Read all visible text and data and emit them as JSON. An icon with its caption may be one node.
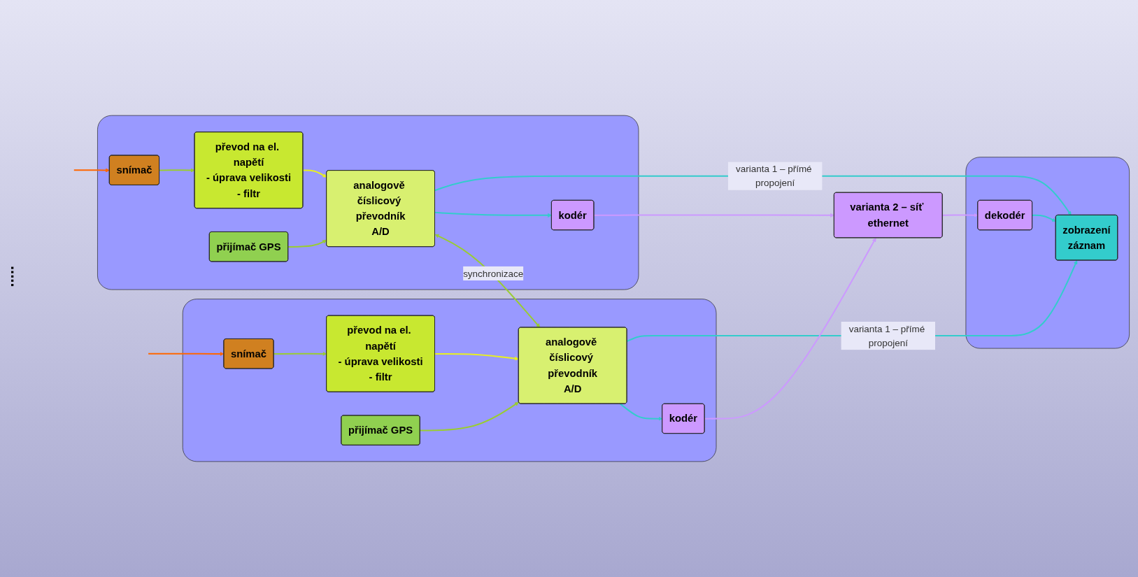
{
  "diagram": {
    "nodes": [
      {
        "text": [],
        "shape": "box"
      },
      {
        "text": [
          "snímač"
        ],
        "in": 0
      },
      {
        "text": [
          "převod na el. napětí",
          "- úprava velikosti",
          "- filtr"
        ],
        "in": 0
      },
      {
        "text": [
          "analogově číslicový převodník",
          "A/D"
        ],
        "in": 0
      },
      {
        "text": [
          "kodér"
        ],
        "in": 0
      },
      {
        "text": [
          "přijímač GPS"
        ],
        "in": 0
      },
      {
        "text": [],
        "shape": "box"
      },
      {
        "text": [
          "snímač"
        ],
        "in": 6
      },
      {
        "text": [
          "převod na el. napětí",
          "- úprava velikosti",
          "- filtr"
        ],
        "in": 6
      },
      {
        "text": [
          "analogově číslicový převodník",
          "A/D"
        ],
        "in": 6
      },
      {
        "text": [
          "kodér"
        ],
        "in": 6
      },
      {
        "text": [
          "přijímač GPS"
        ],
        "in": 6
      },
      {
        "text": [
          "varianta 2 – síť ethernet"
        ]
      },
      {
        "text": [],
        "shape": "box"
      },
      {
        "text": [
          "zobrazení",
          "záznam"
        ],
        "in": 13
      },
      {
        "text": [
          "dekodér"
        ],
        "in": 13
      }
    ],
    "edges": [
      {
        "from": null,
        "to": 1,
        "arrow": "to",
        "color": "#ff6600"
      },
      {
        "from": 1,
        "to": 2,
        "arrow": "to",
        "color": "#99cc33"
      },
      {
        "from": 2,
        "to": 3,
        "arrow": "to",
        "color": "#e8f020"
      },
      {
        "from": 3,
        "to": 14,
        "label": "varianta 1 – přímé propojení",
        "arrow": "to",
        "color": "#33cccc"
      },
      {
        "from": 3,
        "to": 4,
        "arrow": "to",
        "color": "#33cccc"
      },
      {
        "from": 4,
        "to": 12,
        "arrow": "to",
        "color": "#cc99ff"
      },
      {
        "from": 5,
        "to": 3,
        "arrow": "to",
        "color": "#99cc33"
      },
      {
        "from": 3,
        "to": 9,
        "label": "synchronizace",
        "arrow": "both",
        "color": "#99cc33"
      },
      {
        "from": null,
        "to": 7,
        "arrow": "to",
        "color": "#ff6600"
      },
      {
        "from": 7,
        "to": 8,
        "arrow": "to",
        "color": "#99cc33"
      },
      {
        "from": 8,
        "to": 9,
        "arrow": "to",
        "color": "#e8f020"
      },
      {
        "from": 9,
        "to": 14,
        "label": "varianta 1 – přímé propojení",
        "arrow": "to",
        "color": "#33cccc"
      },
      {
        "from": 9,
        "to": 10,
        "arrow": "to",
        "color": "#33cccc"
      },
      {
        "from": 11,
        "to": 9,
        "arrow": "to",
        "color": "#99cc33"
      },
      {
        "from": 10,
        "to": 12,
        "arrow": "to",
        "color": "#cc99ff"
      },
      {
        "from": 12,
        "to": 15,
        "arrow": "to",
        "color": "#cc99ff"
      },
      {
        "from": 15,
        "to": 14,
        "arrow": "to",
        "color": "#33cccc"
      }
    ],
    "labels": [
      "....."
    ]
  }
}
